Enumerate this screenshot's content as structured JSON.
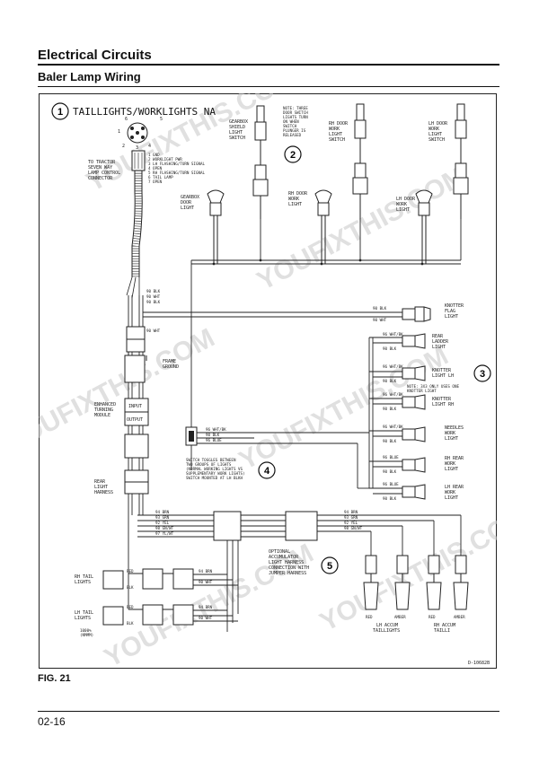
{
  "header": {
    "section_title": "Electrical Circuits",
    "subsection_title": "Baler Lamp Wiring"
  },
  "figure": {
    "label": "FIG. 21",
    "drawing_number": "D-10682B"
  },
  "footer": {
    "page_number": "02-16"
  },
  "watermark": "YOUFIXTHIS.COM",
  "diagram": {
    "callouts": [
      "1",
      "2",
      "3",
      "4",
      "5"
    ],
    "title": "TAILLIGHTS/WORKLIGHTS NA",
    "connector_pins": [
      "6",
      "1",
      "5",
      "2",
      "3",
      "4"
    ],
    "tractor_connector": [
      "TO TRACTOR",
      "SEVEN WAY",
      "LAMP CONTROL",
      "CONNECTOR"
    ],
    "pin_legend": [
      "1 GND",
      "2 WORKLIGHT PWR",
      "3 LH FLASHING/TURN SIGNAL",
      "4 OPEN",
      "5 RH FLASHING/TURN SIGNAL",
      "6 TAIL LAMP",
      "7 OPEN"
    ],
    "gearbox_shield_switch": [
      "GEARBOX",
      "SHIELD",
      "LIGHT",
      "SWITCH"
    ],
    "note_door_switch": [
      "NOTE: THREE",
      "DOOR SWITCH",
      "LIGHTS TURN",
      "ON WHEN",
      "SWITCH",
      "PLUNGER IS",
      "RELEASED"
    ],
    "rh_door_switch": [
      "RH DOOR",
      "WORK",
      "LIGHT",
      "SWITCH"
    ],
    "lh_door_switch": [
      "LH DOOR",
      "WORK",
      "LIGHT",
      "SWITCH"
    ],
    "gearbox_door_light": [
      "GEARBOX",
      "DOOR",
      "LIGHT"
    ],
    "rh_door_work_light": [
      "RH DOOR",
      "WORK",
      "LIGHT"
    ],
    "lh_door_work_light": [
      "LH DOOR",
      "WORK",
      "LIGHT"
    ],
    "knotter_flag_light": [
      "KNOTTER",
      "FLAG",
      "LIGHT"
    ],
    "rear_ladder_light": [
      "REAR",
      "LADDER",
      "LIGHT"
    ],
    "knotter_light_lh": [
      "KNOTTER",
      "LIGHT LH"
    ],
    "knotter_note": [
      "NOTE: 3X3 ONLY USES ONE",
      "KNOTTER LIGHT"
    ],
    "knotter_light_rh": [
      "KNOTTER",
      "LIGHT RH"
    ],
    "needles_work_light": [
      "NEEDLES",
      "WORK",
      "LIGHT"
    ],
    "rh_rear_work_light": [
      "RH REAR",
      "WORK",
      "LIGHT"
    ],
    "lh_rear_work_light": [
      "LH REAR",
      "WORK",
      "LIGHT"
    ],
    "frame_ground": [
      "FRAME",
      "GROUND"
    ],
    "enhanced_turning_module": [
      "ENHANCED",
      "TURNING",
      "MODULE"
    ],
    "module_input": "INPUT",
    "module_output": "OUTPUT",
    "switch_toggle_note": [
      "SWITCH TOGGLES BETWEEN",
      "TWO GROUPS OF LIGHTS",
      "(NORMAL WORKING LIGHTS VS",
      "SUPPLEMENTARY WORK LIGHTS)",
      "SWITCH MOUNTED AT LH BLKH"
    ],
    "rear_light_harness": [
      "REAR",
      "LIGHT",
      "HARNESS"
    ],
    "optional_harness": [
      "OPTIONAL",
      "ACCUMULATOR",
      "LIGHT HARNESS",
      "CONNECTION WITH",
      "JUMPER HARNESS"
    ],
    "rh_tail_lights": [
      "RH TAIL",
      "LIGHTS"
    ],
    "lh_tail_lights": [
      "LH TAIL",
      "LIGHTS"
    ],
    "tail_light_note": [
      "1000%",
      "(NMMM)"
    ],
    "lh_accum_taillights": [
      "LH ACCUM",
      "TAILLIGHTS"
    ],
    "rh_accum_taillights": [
      "RH ACCUM",
      "TAILLI"
    ],
    "accum_lamp_colors": [
      "RED",
      "AMBER",
      "RED",
      "AMBER"
    ],
    "wire_labels": {
      "blk": "90 BLK",
      "wht": "90 WHT",
      "wht_bk": "96 WHT/BK",
      "blue": "96 BLUE",
      "brn": "94 BRN",
      "grn": "93 GRN",
      "yel": "92 YEL",
      "gn_wt": "98 GN/WT",
      "yl_wt": "97 YL/WT",
      "red": "RED",
      "black": "BLK"
    }
  }
}
